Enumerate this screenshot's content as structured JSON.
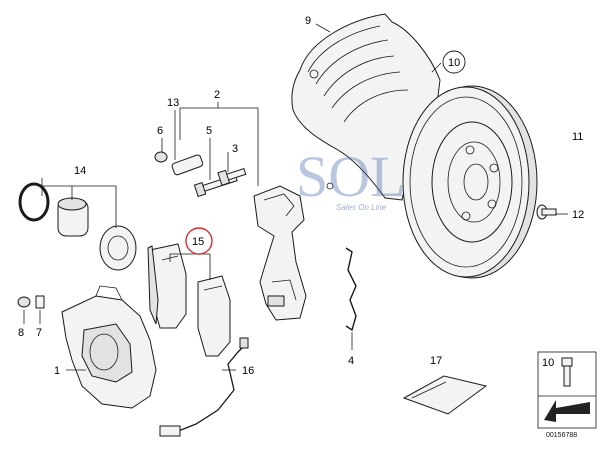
{
  "labels": {
    "l1": "1",
    "l2": "2",
    "l3": "3",
    "l4": "4",
    "l5": "5",
    "l6": "6",
    "l7": "7",
    "l8": "8",
    "l9": "9",
    "l10a": "10",
    "l10b": "10",
    "l11": "11",
    "l12": "12",
    "l13": "13",
    "l14": "14",
    "l15": "15",
    "l16": "16",
    "l17": "17"
  },
  "watermark": {
    "logo": "SOL",
    "tagline": "Sales On Line"
  },
  "catalog_number": "00156788",
  "colors": {
    "highlight_circle": "#d32f2f",
    "watermark": "#3b5fa8"
  }
}
